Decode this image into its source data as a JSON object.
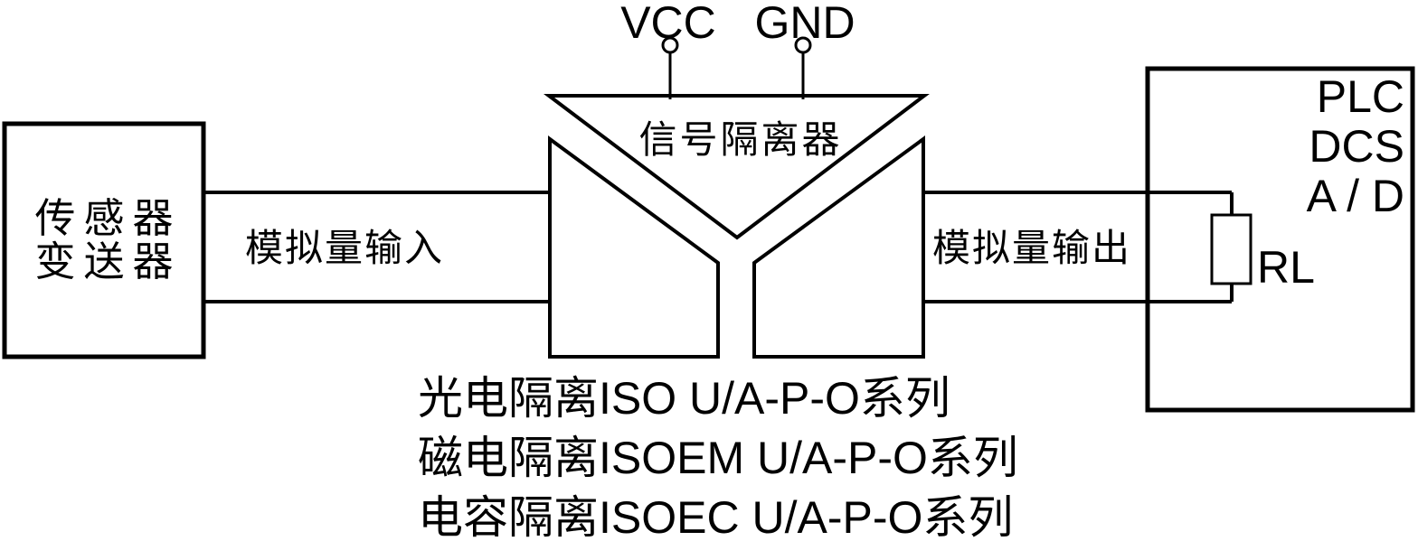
{
  "diagram": {
    "title": "信号隔离器",
    "colors": {
      "background": "#ffffff",
      "line": "#000000",
      "text": "#000000"
    },
    "supply": {
      "vcc_label": "VCC",
      "gnd_label": "GND"
    },
    "source_box": {
      "line1": "传感器",
      "line2": "变送器"
    },
    "wires": {
      "input_label": "模拟量输入",
      "output_label": "模拟量输出"
    },
    "receiver_box": {
      "line1": "PLC",
      "line2": "DCS",
      "line3": "A / D",
      "load_label": "RL"
    },
    "series_lines": [
      "光电隔离ISO U/A-P-O系列",
      "磁电隔离ISOEM U/A-P-O系列",
      "电容隔离ISOEC U/A-P-O系列"
    ]
  }
}
